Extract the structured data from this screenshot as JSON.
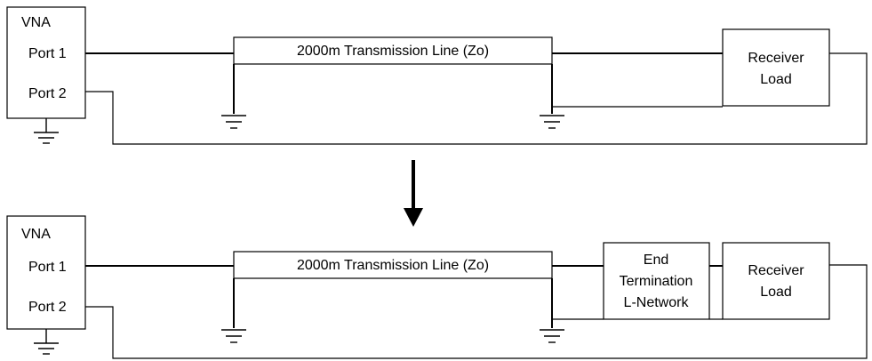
{
  "top": {
    "vna_label": "VNA",
    "port1_label": "Port 1",
    "port2_label": "Port 2",
    "tline_label": "2000m Transmission Line (Zo)",
    "receiver_line1": "Receiver",
    "receiver_line2": "Load"
  },
  "bottom": {
    "vna_label": "VNA",
    "port1_label": "Port 1",
    "port2_label": "Port 2",
    "tline_label": "2000m Transmission Line (Zo)",
    "term_line1": "End",
    "term_line2": "Termination",
    "term_line3": "L-Network",
    "receiver_line1": "Receiver",
    "receiver_line2": "Load"
  },
  "colors": {
    "stroke": "#000000",
    "background": "#ffffff"
  },
  "icons": {
    "ground": "ground-symbol-icon",
    "arrow": "arrow-down-icon"
  }
}
